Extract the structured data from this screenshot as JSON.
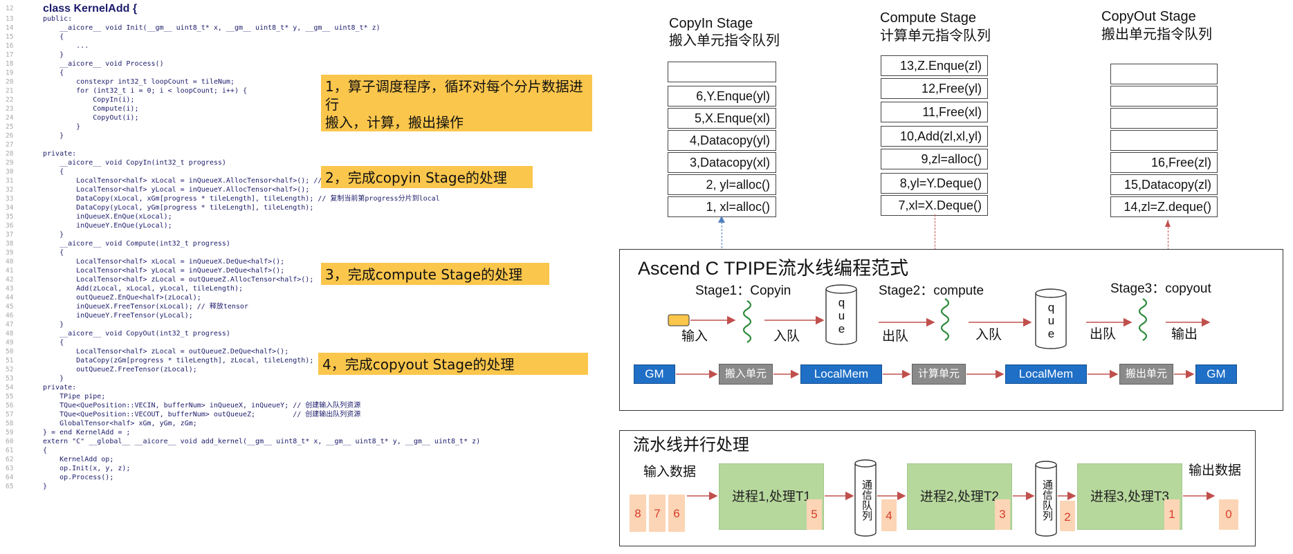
{
  "code": [
    {
      "n": "12",
      "t": "class KernelAdd {",
      "big": true
    },
    {
      "n": "13",
      "t": "public:"
    },
    {
      "n": "14",
      "t": "    __aicore__ void Init(__gm__ uint8_t* x, __gm__ uint8_t* y, __gm__ uint8_t* z)"
    },
    {
      "n": "15",
      "t": "    {"
    },
    {
      "n": "16",
      "t": "        ..."
    },
    {
      "n": "17",
      "t": "    }"
    },
    {
      "n": "18",
      "t": "    __aicore__ void Process()"
    },
    {
      "n": "19",
      "t": "    {"
    },
    {
      "n": "20",
      "t": "        constexpr int32_t loopCount = tileNum;"
    },
    {
      "n": "21",
      "t": "        for (int32_t i = 0; i < loopCount; i++) {"
    },
    {
      "n": "22",
      "t": "            CopyIn(i);"
    },
    {
      "n": "23",
      "t": "            Compute(i);"
    },
    {
      "n": "24",
      "t": "            CopyOut(i);"
    },
    {
      "n": "25",
      "t": "        }"
    },
    {
      "n": "26",
      "t": "    }"
    },
    {
      "n": "27",
      "t": ""
    },
    {
      "n": "28",
      "t": "private:"
    },
    {
      "n": "29",
      "t": "    __aicore__ void CopyIn(int32_t progress)"
    },
    {
      "n": "30",
      "t": "    {"
    },
    {
      "n": "31",
      "t": "        LocalTensor<half> xLocal = inQueueX.AllocTensor<half>(); // 获得tensor所需内存资源"
    },
    {
      "n": "32",
      "t": "        LocalTensor<half> yLocal = inQueueY.AllocTensor<half>();"
    },
    {
      "n": "33",
      "t": "        DataCopy(xLocal, xGm[progress * tileLength], tileLength); // 复制当前第progress分片到local"
    },
    {
      "n": "34",
      "t": "        DataCopy(yLocal, yGm[progress * tileLength], tileLength);"
    },
    {
      "n": "35",
      "t": "        inQueueX.EnQue(xLocal);"
    },
    {
      "n": "36",
      "t": "        inQueueY.EnQue(yLocal);"
    },
    {
      "n": "37",
      "t": "    }"
    },
    {
      "n": "38",
      "t": "    __aicore__ void Compute(int32_t progress)"
    },
    {
      "n": "39",
      "t": "    {"
    },
    {
      "n": "40",
      "t": "        LocalTensor<half> xLocal = inQueueX.DeQue<half>();"
    },
    {
      "n": "41",
      "t": "        LocalTensor<half> yLocal = inQueueY.DeQue<half>();"
    },
    {
      "n": "42",
      "t": "        LocalTensor<half> zLocal = outQueueZ.AllocTensor<half>();"
    },
    {
      "n": "43",
      "t": "        Add(zLocal, xLocal, yLocal, tileLength);"
    },
    {
      "n": "44",
      "t": "        outQueueZ.EnQue<half>(zLocal);"
    },
    {
      "n": "45",
      "t": "        inQueueX.FreeTensor(xLocal); // 释放tensor"
    },
    {
      "n": "46",
      "t": "        inQueueY.FreeTensor(yLocal);"
    },
    {
      "n": "47",
      "t": "    }"
    },
    {
      "n": "48",
      "t": "    __aicore__ void CopyOut(int32_t progress)"
    },
    {
      "n": "49",
      "t": "    {"
    },
    {
      "n": "50",
      "t": "        LocalTensor<half> zLocal = outQueueZ.DeQue<half>();"
    },
    {
      "n": "51",
      "t": "        DataCopy(zGm[progress * tileLength], zLocal, tileLength);"
    },
    {
      "n": "52",
      "t": "        outQueueZ.FreeTensor(zLocal);"
    },
    {
      "n": "53",
      "t": "    }"
    },
    {
      "n": "54",
      "t": "private:"
    },
    {
      "n": "55",
      "t": "    TPipe pipe;"
    },
    {
      "n": "56",
      "t": "    TQue<QuePosition::VECIN, bufferNum> inQueueX, inQueueY; // 创建输入队列资源"
    },
    {
      "n": "57",
      "t": "    TQue<QuePosition::VECOUT, bufferNum> outQueueZ;         // 创建输出队列资源"
    },
    {
      "n": "58",
      "t": "    GlobalTensor<half> xGm, yGm, zGm;"
    },
    {
      "n": "59",
      "t": "} = end KernelAdd = ;"
    },
    {
      "n": "60",
      "t": "extern \"C\" __global__ __aicore__ void add_kernel(__gm__ uint8_t* x, __gm__ uint8_t* y, __gm__ uint8_t* z)"
    },
    {
      "n": "61",
      "t": "{"
    },
    {
      "n": "62",
      "t": "    KernelAdd op;"
    },
    {
      "n": "63",
      "t": "    op.Init(x, y, z);"
    },
    {
      "n": "64",
      "t": "    op.Process();"
    },
    {
      "n": "65",
      "t": "}"
    }
  ],
  "notes": [
    "1，算子调度程序，循环对每个分片数据进行\n搬入，计算，搬出操作",
    "2，完成copyin Stage的处理",
    "3，完成compute Stage的处理",
    "4，完成copyout Stage的处理"
  ],
  "stages": {
    "copyin": {
      "title": "CopyIn Stage",
      "subtitle": "搬入单元指令队列",
      "cells": [
        "",
        "6,Y.Enque(yl)",
        "5,X.Enque(xl)",
        "4,Datacopy(yl)",
        "3,Datacopy(xl)",
        "2, yl=alloc()",
        "1, xl=alloc()"
      ]
    },
    "compute": {
      "title": "Compute Stage",
      "subtitle": "计算单元指令队列",
      "cells": [
        "13,Z.Enque(zl)",
        "12,Free(yl)",
        "11,Free(xl)",
        "10,Add(zl,xl,yl)",
        "9,zl=alloc()",
        "8,yl=Y.Deque()",
        "7,xl=X.Deque()"
      ]
    },
    "copyout": {
      "title": "CopyOut Stage",
      "subtitle": "搬出单元指令队列",
      "cells": [
        "",
        "",
        "",
        "",
        "16,Free(zl)",
        "15,Datacopy(zl)",
        "14,zl=Z.deque()"
      ]
    }
  },
  "tpipe": {
    "title": "Ascend C TPIPE流水线编程范式",
    "stage1": "Stage1：Copyin",
    "stage2": "Stage2：compute",
    "stage3": "Stage3：copyout",
    "que_label": "que",
    "input": "输入",
    "enqueue": "入队",
    "dequeue": "出队",
    "output": "输出",
    "gm": "GM",
    "copyin_unit": "搬入单元",
    "localmem": "LocalMem",
    "compute_unit": "计算单元",
    "copyout_unit": "搬出单元"
  },
  "pipeline": {
    "title": "流水线并行处理",
    "input_data": "输入数据",
    "output_data": "输出数据",
    "processes": [
      "进程1,处理T1",
      "进程2,处理T2",
      "进程3,处理T3"
    ],
    "comm_queue": "通信队列",
    "input_tiles": [
      "8",
      "7",
      "6"
    ],
    "inflight_tiles": [
      "5",
      "4",
      "3",
      "2",
      "1"
    ],
    "output_tiles": [
      "0"
    ]
  },
  "colors": {
    "note_bg": "#fbc64c",
    "gm_blue": "#1f6fc6",
    "unit_gray": "#8a8a8a",
    "process_green": "#b7d89c",
    "tile_peach": "#fbd5b5",
    "arrow_red": "#c0504d",
    "wave_green": "#2e8b3a"
  }
}
